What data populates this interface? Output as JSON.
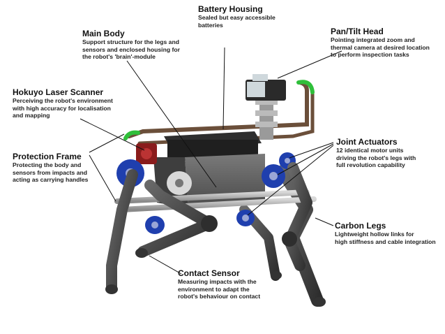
{
  "diagram": {
    "components": [
      {
        "id": "main-body",
        "title": "Main Body",
        "description": [
          "Support structure for the legs and",
          "sensors and enclosed housing for",
          "the robot's 'brain'-module"
        ]
      },
      {
        "id": "battery-housing",
        "title": "Battery Housing",
        "description": [
          "Sealed but easy accessible",
          "batteries"
        ]
      },
      {
        "id": "pan-tilt-head",
        "title": "Pan/Tilt Head",
        "description": [
          "Pointing integrated zoom and",
          "thermal camera at desired location",
          "to perform inspection tasks"
        ]
      },
      {
        "id": "hokuyo-laser-scanner",
        "title": "Hokuyo Laser Scanner",
        "description": [
          "Perceiving the robot's environment",
          "with high accuracy for localisation",
          "and mapping"
        ]
      },
      {
        "id": "joint-actuators",
        "title": "Joint Actuators",
        "description": [
          "12 identical motor units",
          "driving the robot's legs with",
          "full revolution capability"
        ]
      },
      {
        "id": "protection-frame",
        "title": "Protection Frame",
        "description": [
          "Protecting the body and",
          "sensors from impacts and",
          "acting as carrying handles"
        ]
      },
      {
        "id": "carbon-legs",
        "title": "Carbon Legs",
        "description": [
          "Lightweight hollow links for",
          "high stiffness and cable integration"
        ]
      },
      {
        "id": "contact-sensor",
        "title": "Contact Sensor",
        "description": [
          "Measuring impacts with the",
          "environment to adapt the",
          "robot's behaviour on contact"
        ]
      }
    ],
    "colors": {
      "actuator_blue": "#1f3fae",
      "frame_green": "#2fbf3a",
      "body_grey": "#5a5a5a",
      "leg_dark": "#3a3a3a"
    }
  }
}
